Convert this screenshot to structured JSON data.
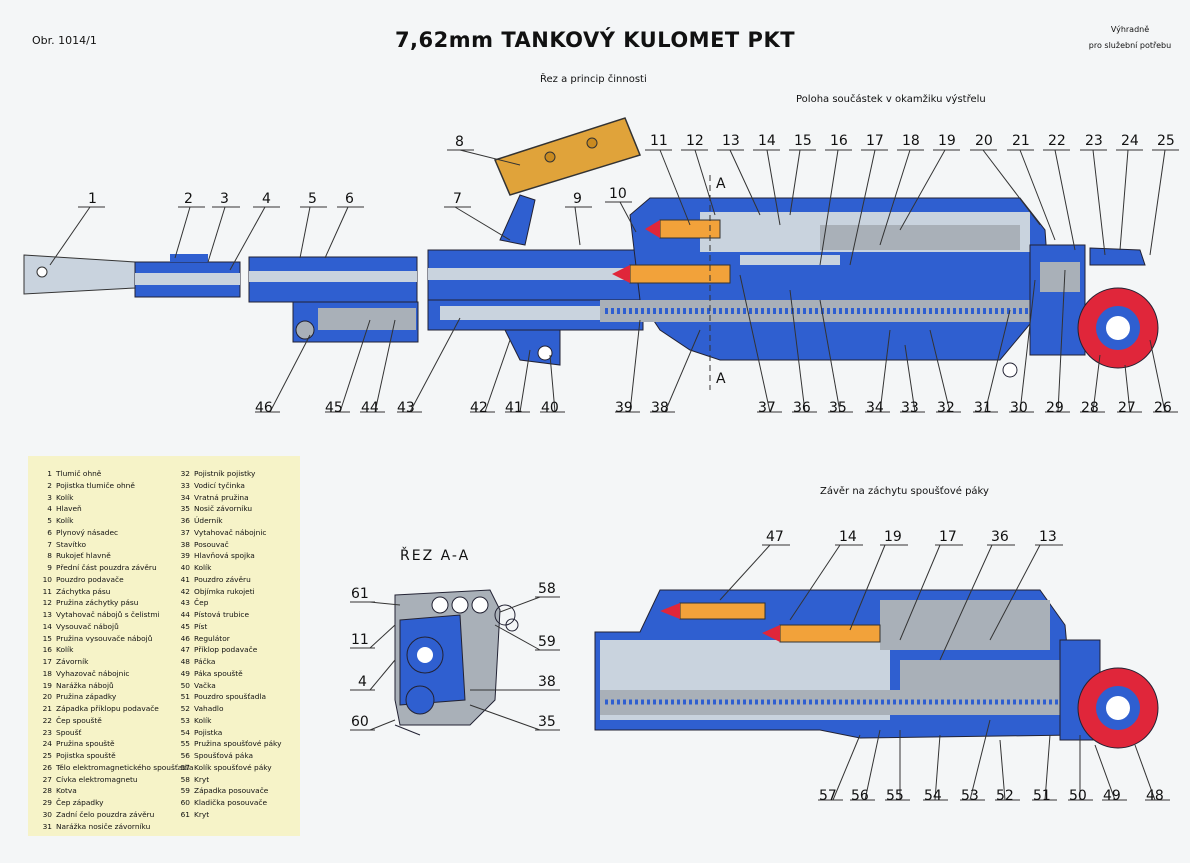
{
  "header": {
    "ref": "Obr. 1014/1",
    "title": "7,62mm TANKOVÝ  KULOMET PKT",
    "restriction_line1": "Výhradně",
    "restriction_line2": "pro služební potřebu"
  },
  "subtitles": {
    "section_principle": "Řez a princip činnosti",
    "firing_position": "Poloha součástek v okamžiku výstřelu",
    "bolt_caught": "Závěr na záchytu spoušťové páky",
    "section_aa": "ŘEZ  A-A"
  },
  "section_marks": [
    "A",
    "A"
  ],
  "callouts": {
    "top_upper": [
      "1",
      "2",
      "3",
      "4",
      "5",
      "6",
      "7",
      "8",
      "9",
      "10",
      "11",
      "12",
      "13",
      "14",
      "15",
      "16",
      "17",
      "18",
      "19",
      "20",
      "21",
      "22",
      "23",
      "24",
      "25"
    ],
    "top_lower": [
      "46",
      "45",
      "44",
      "43",
      "42",
      "41",
      "40",
      "39",
      "38",
      "37",
      "36",
      "35",
      "34",
      "33",
      "32",
      "31",
      "30",
      "29",
      "28",
      "27",
      "26"
    ],
    "section": [
      "61",
      "11",
      "4",
      "60",
      "58",
      "59",
      "38",
      "35"
    ],
    "bottom_upper": [
      "47",
      "14",
      "19",
      "17",
      "36",
      "13"
    ],
    "bottom_lower": [
      "57",
      "56",
      "55",
      "54",
      "53",
      "52",
      "51",
      "50",
      "49",
      "48"
    ]
  },
  "legend": {
    "col1": [
      {
        "n": "1",
        "t": "Tlumič ohně"
      },
      {
        "n": "2",
        "t": "Pojistka tlumiče ohně"
      },
      {
        "n": "3",
        "t": "Kolík"
      },
      {
        "n": "4",
        "t": "Hlaveň"
      },
      {
        "n": "5",
        "t": "Kolík"
      },
      {
        "n": "6",
        "t": "Plynový násadec"
      },
      {
        "n": "7",
        "t": "Stavítko"
      },
      {
        "n": "8",
        "t": "Rukojeť hlavně"
      },
      {
        "n": "9",
        "t": "Přední část pouzdra závěru"
      },
      {
        "n": "10",
        "t": "Pouzdro podavače"
      },
      {
        "n": "11",
        "t": "Záchytka pásu"
      },
      {
        "n": "12",
        "t": "Pružina záchytky pásu"
      },
      {
        "n": "13",
        "t": "Vytahovač nábojů s čelistmi"
      },
      {
        "n": "14",
        "t": "Vysouvač nábojů"
      },
      {
        "n": "15",
        "t": "Pružina vysouvače nábojů"
      },
      {
        "n": "16",
        "t": "Kolík"
      },
      {
        "n": "17",
        "t": "Závorník"
      },
      {
        "n": "18",
        "t": "Vyhazovač nábojnic"
      },
      {
        "n": "19",
        "t": "Narážka nábojů"
      },
      {
        "n": "20",
        "t": "Pružina západky"
      },
      {
        "n": "21",
        "t": "Západka příklopu podavače"
      },
      {
        "n": "22",
        "t": "Čep spouště"
      },
      {
        "n": "23",
        "t": "Spoušť"
      },
      {
        "n": "24",
        "t": "Pružina spouště"
      },
      {
        "n": "25",
        "t": "Pojistka spouště"
      },
      {
        "n": "26",
        "t": "Tělo elektromagnetického spoušťadla"
      },
      {
        "n": "27",
        "t": "Cívka elektromagnetu"
      },
      {
        "n": "28",
        "t": "Kotva"
      },
      {
        "n": "29",
        "t": "Čep západky"
      },
      {
        "n": "30",
        "t": "Zadní čelo pouzdra závěru"
      },
      {
        "n": "31",
        "t": "Narážka nosiče závorníku"
      }
    ],
    "col2": [
      {
        "n": "32",
        "t": "Pojistník pojistky"
      },
      {
        "n": "33",
        "t": "Vodicí tyčinka"
      },
      {
        "n": "34",
        "t": "Vratná pružina"
      },
      {
        "n": "35",
        "t": "Nosič závorníku"
      },
      {
        "n": "36",
        "t": "Úderník"
      },
      {
        "n": "37",
        "t": "Vytahovač nábojnic"
      },
      {
        "n": "38",
        "t": "Posouvač"
      },
      {
        "n": "39",
        "t": "Hlavňová spojka"
      },
      {
        "n": "40",
        "t": "Kolík"
      },
      {
        "n": "41",
        "t": "Pouzdro závěru"
      },
      {
        "n": "42",
        "t": "Objímka rukojeti"
      },
      {
        "n": "43",
        "t": "Čep"
      },
      {
        "n": "44",
        "t": "Pístová trubice"
      },
      {
        "n": "45",
        "t": "Píst"
      },
      {
        "n": "46",
        "t": "Regulátor"
      },
      {
        "n": "47",
        "t": "Příklop podavače"
      },
      {
        "n": "48",
        "t": "Páčka"
      },
      {
        "n": "49",
        "t": "Páka spouště"
      },
      {
        "n": "50",
        "t": "Vačka"
      },
      {
        "n": "51",
        "t": "Pouzdro spoušťadla"
      },
      {
        "n": "52",
        "t": "Vahadlo"
      },
      {
        "n": "53",
        "t": "Kolík"
      },
      {
        "n": "54",
        "t": "Pojistka"
      },
      {
        "n": "55",
        "t": "Pružina spoušťové páky"
      },
      {
        "n": "56",
        "t": "Spoušťová páka"
      },
      {
        "n": "57",
        "t": "Kolík spoušťové páky"
      },
      {
        "n": "58",
        "t": "Kryt"
      },
      {
        "n": "59",
        "t": "Západka posouvače"
      },
      {
        "n": "60",
        "t": "Kladička posouvače"
      },
      {
        "n": "61",
        "t": "Kryt"
      }
    ]
  },
  "colors": {
    "steel_blue": "#2f5fd0",
    "light_steel": "#c9d3de",
    "grey": "#a9b0b8",
    "cartridge": "#f2a23a",
    "bullet_tip": "#e0263a",
    "magnet": "#e0263a",
    "handle": "#e0a33a",
    "legend_bg": "#f6f3c8"
  }
}
